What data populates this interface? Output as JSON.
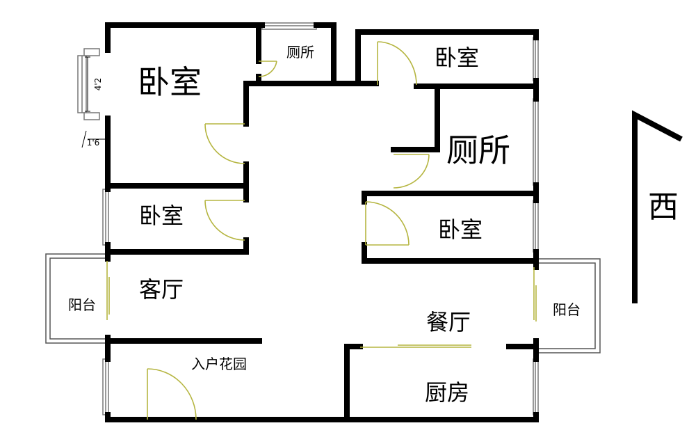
{
  "rooms": {
    "bedroom_master": "卧室",
    "toilet_small": "厕所",
    "bedroom_top_right": "卧室",
    "toilet_large": "厕所",
    "bedroom_left": "卧室",
    "bedroom_right": "卧室",
    "living_room": "客厅",
    "dining_room": "餐厅",
    "balcony_left": "阳台",
    "balcony_right": "阳台",
    "entry_garden": "入户花园",
    "kitchen": "厨房"
  },
  "dimensions": {
    "window_bay": "4'2",
    "wall_offset": "1'6"
  },
  "compass": {
    "direction": "西"
  },
  "colors": {
    "wall": "#000000",
    "door_swing": "#b5b540",
    "window_frame": "#777777",
    "balcony_outline": "#555555",
    "background": "#ffffff"
  }
}
